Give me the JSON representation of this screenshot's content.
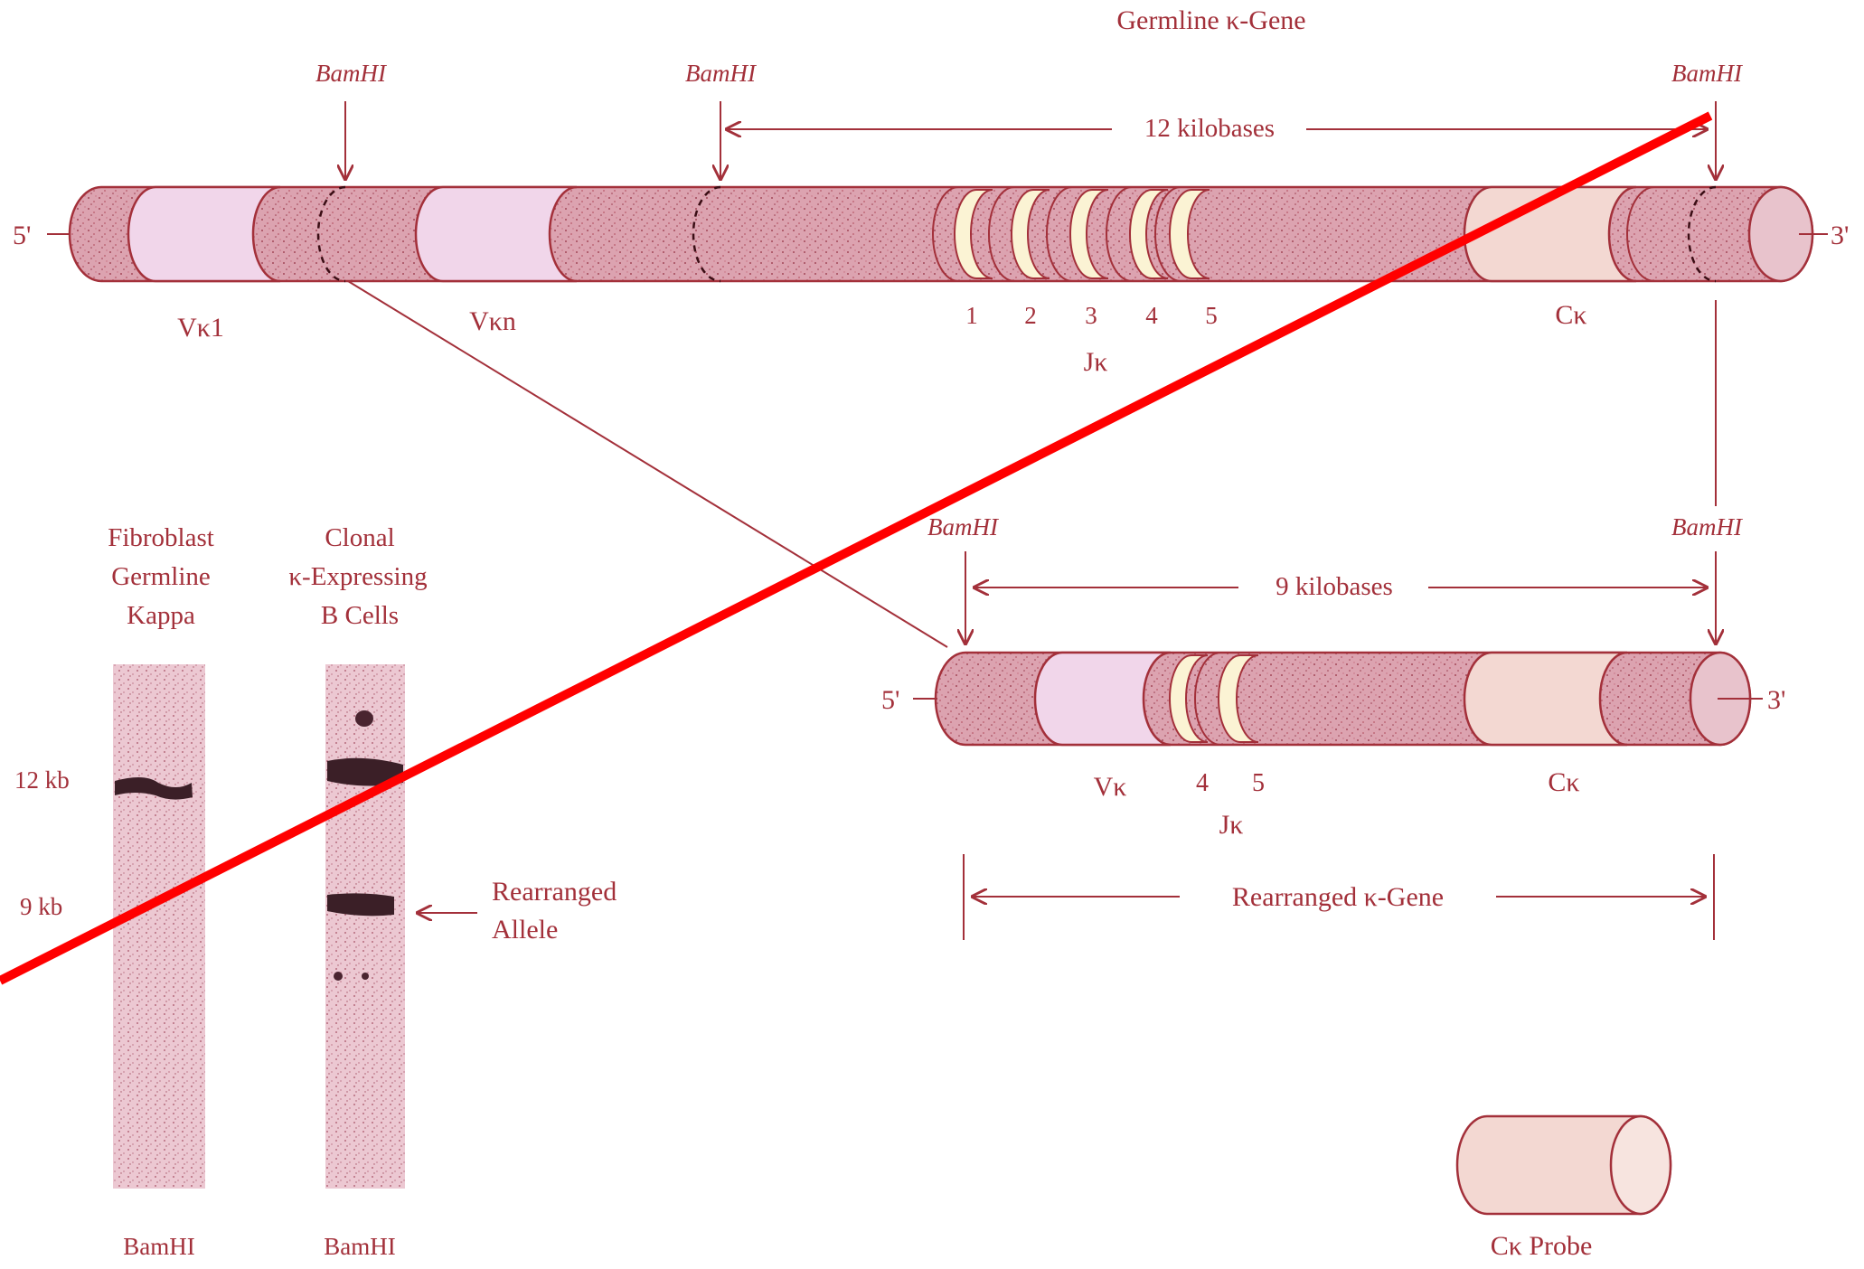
{
  "germline": {
    "title": "Germline κ-Gene",
    "bamhi_1": "BamHI",
    "bamhi_2": "BamHI",
    "bamhi_3": "BamHI",
    "span_label": "12 kilobases",
    "five_prime": "5'",
    "three_prime": "3'",
    "v_k1": "Vκ1",
    "v_kn": "Vκn",
    "j_numbers": [
      "1",
      "2",
      "3",
      "4",
      "5"
    ],
    "j_label": "Jκ",
    "c_label": "Cκ"
  },
  "rearranged": {
    "bamhi_left": "BamHI",
    "bamhi_right": "BamHI",
    "span_label": "9 kilobases",
    "five_prime": "5'",
    "three_prime": "3'",
    "v_label": "Vκ",
    "j_numbers": [
      "4",
      "5"
    ],
    "j_label": "Jκ",
    "c_label": "Cκ",
    "gene_label": "Rearranged κ-Gene"
  },
  "blot": {
    "lane1_header": [
      "Fibroblast",
      "Germline",
      "Kappa"
    ],
    "lane2_header": [
      "Clonal",
      "κ-Expressing",
      "B Cells"
    ],
    "size_12": "12 kb",
    "size_9": "9 kb",
    "lane1_footer": "BamHI",
    "lane2_footer": "BamHI",
    "arrow_label": [
      "Rearranged",
      "Allele"
    ]
  },
  "probe": {
    "label": "Cκ Probe"
  },
  "colors": {
    "line": "#a3303a",
    "dna_dark": "#d9a1ae",
    "v_segment": "#f1d6ea",
    "j_segment": "#fbf3d4",
    "c_segment": "#f3d8d2",
    "overlay": "#ff0000"
  }
}
